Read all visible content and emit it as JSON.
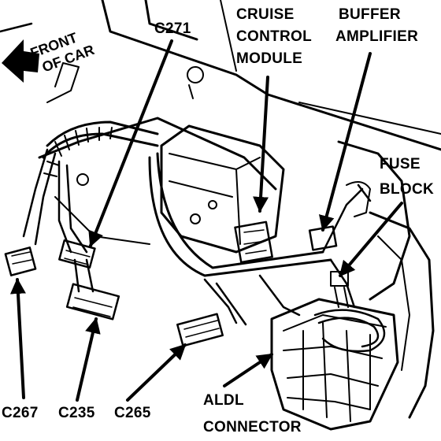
{
  "labels": {
    "front_of_car": [
      "FRONT",
      "OF CAR"
    ],
    "c271": "C271",
    "cruise_control_module": [
      "CRUISE",
      "CONTROL",
      "MODULE"
    ],
    "buffer_amplifier": [
      "BUFFER",
      "AMPLIFIER"
    ],
    "fuse_block": [
      "FUSE",
      "BLOCK"
    ],
    "c267": "C267",
    "c235": "C235",
    "c265": "C265",
    "aldl_connector": [
      "ALDL",
      "CONNECTOR"
    ]
  },
  "icons": {
    "front_arrow": "front-direction-arrow-icon"
  }
}
